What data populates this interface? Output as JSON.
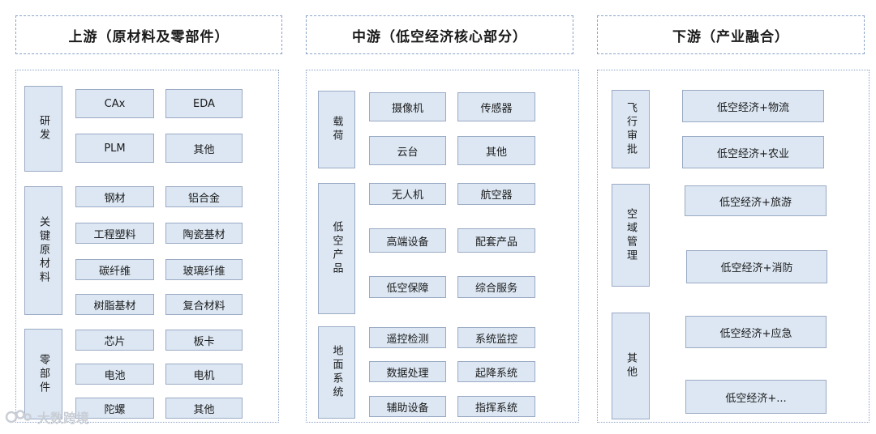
{
  "columns": [
    {
      "header": "上游（原材料及零部件）",
      "categories": [
        {
          "label": "研发",
          "items": [
            "CAx",
            "EDA",
            "PLM",
            "其他"
          ]
        },
        {
          "label": "关键原材料",
          "items": [
            "钢材",
            "铝合金",
            "工程塑料",
            "陶瓷基材",
            "碳纤维",
            "玻璃纤维",
            "树脂基材",
            "复合材料"
          ]
        },
        {
          "label": "零部件",
          "items": [
            "芯片",
            "板卡",
            "电池",
            "电机",
            "陀螺",
            "其他"
          ]
        }
      ]
    },
    {
      "header": "中游（低空经济核心部分）",
      "categories": [
        {
          "label": "载荷",
          "items": [
            "摄像机",
            "传感器",
            "云台",
            "其他"
          ]
        },
        {
          "label": "低空产品",
          "items": [
            "无人机",
            "航空器",
            "高端设备",
            "配套产品",
            "低空保障",
            "综合服务"
          ]
        },
        {
          "label": "地面系统",
          "items": [
            "遥控检测",
            "系统监控",
            "数据处理",
            "起降系统",
            "辅助设备",
            "指挥系统"
          ]
        }
      ]
    },
    {
      "header": "下游（产业融合）",
      "categories": [
        {
          "label": "飞行审批",
          "items": [
            "低空经济+物流",
            "低空经济+农业"
          ]
        },
        {
          "label": "空域管理",
          "items": [
            "低空经济+旅游",
            "低空经济+消防"
          ]
        },
        {
          "label": "其他",
          "items": [
            "低空经济+应急",
            "低空经济+..."
          ]
        }
      ]
    }
  ],
  "watermark": {
    "text": "大数跨境",
    "icon": "logo-icon"
  }
}
